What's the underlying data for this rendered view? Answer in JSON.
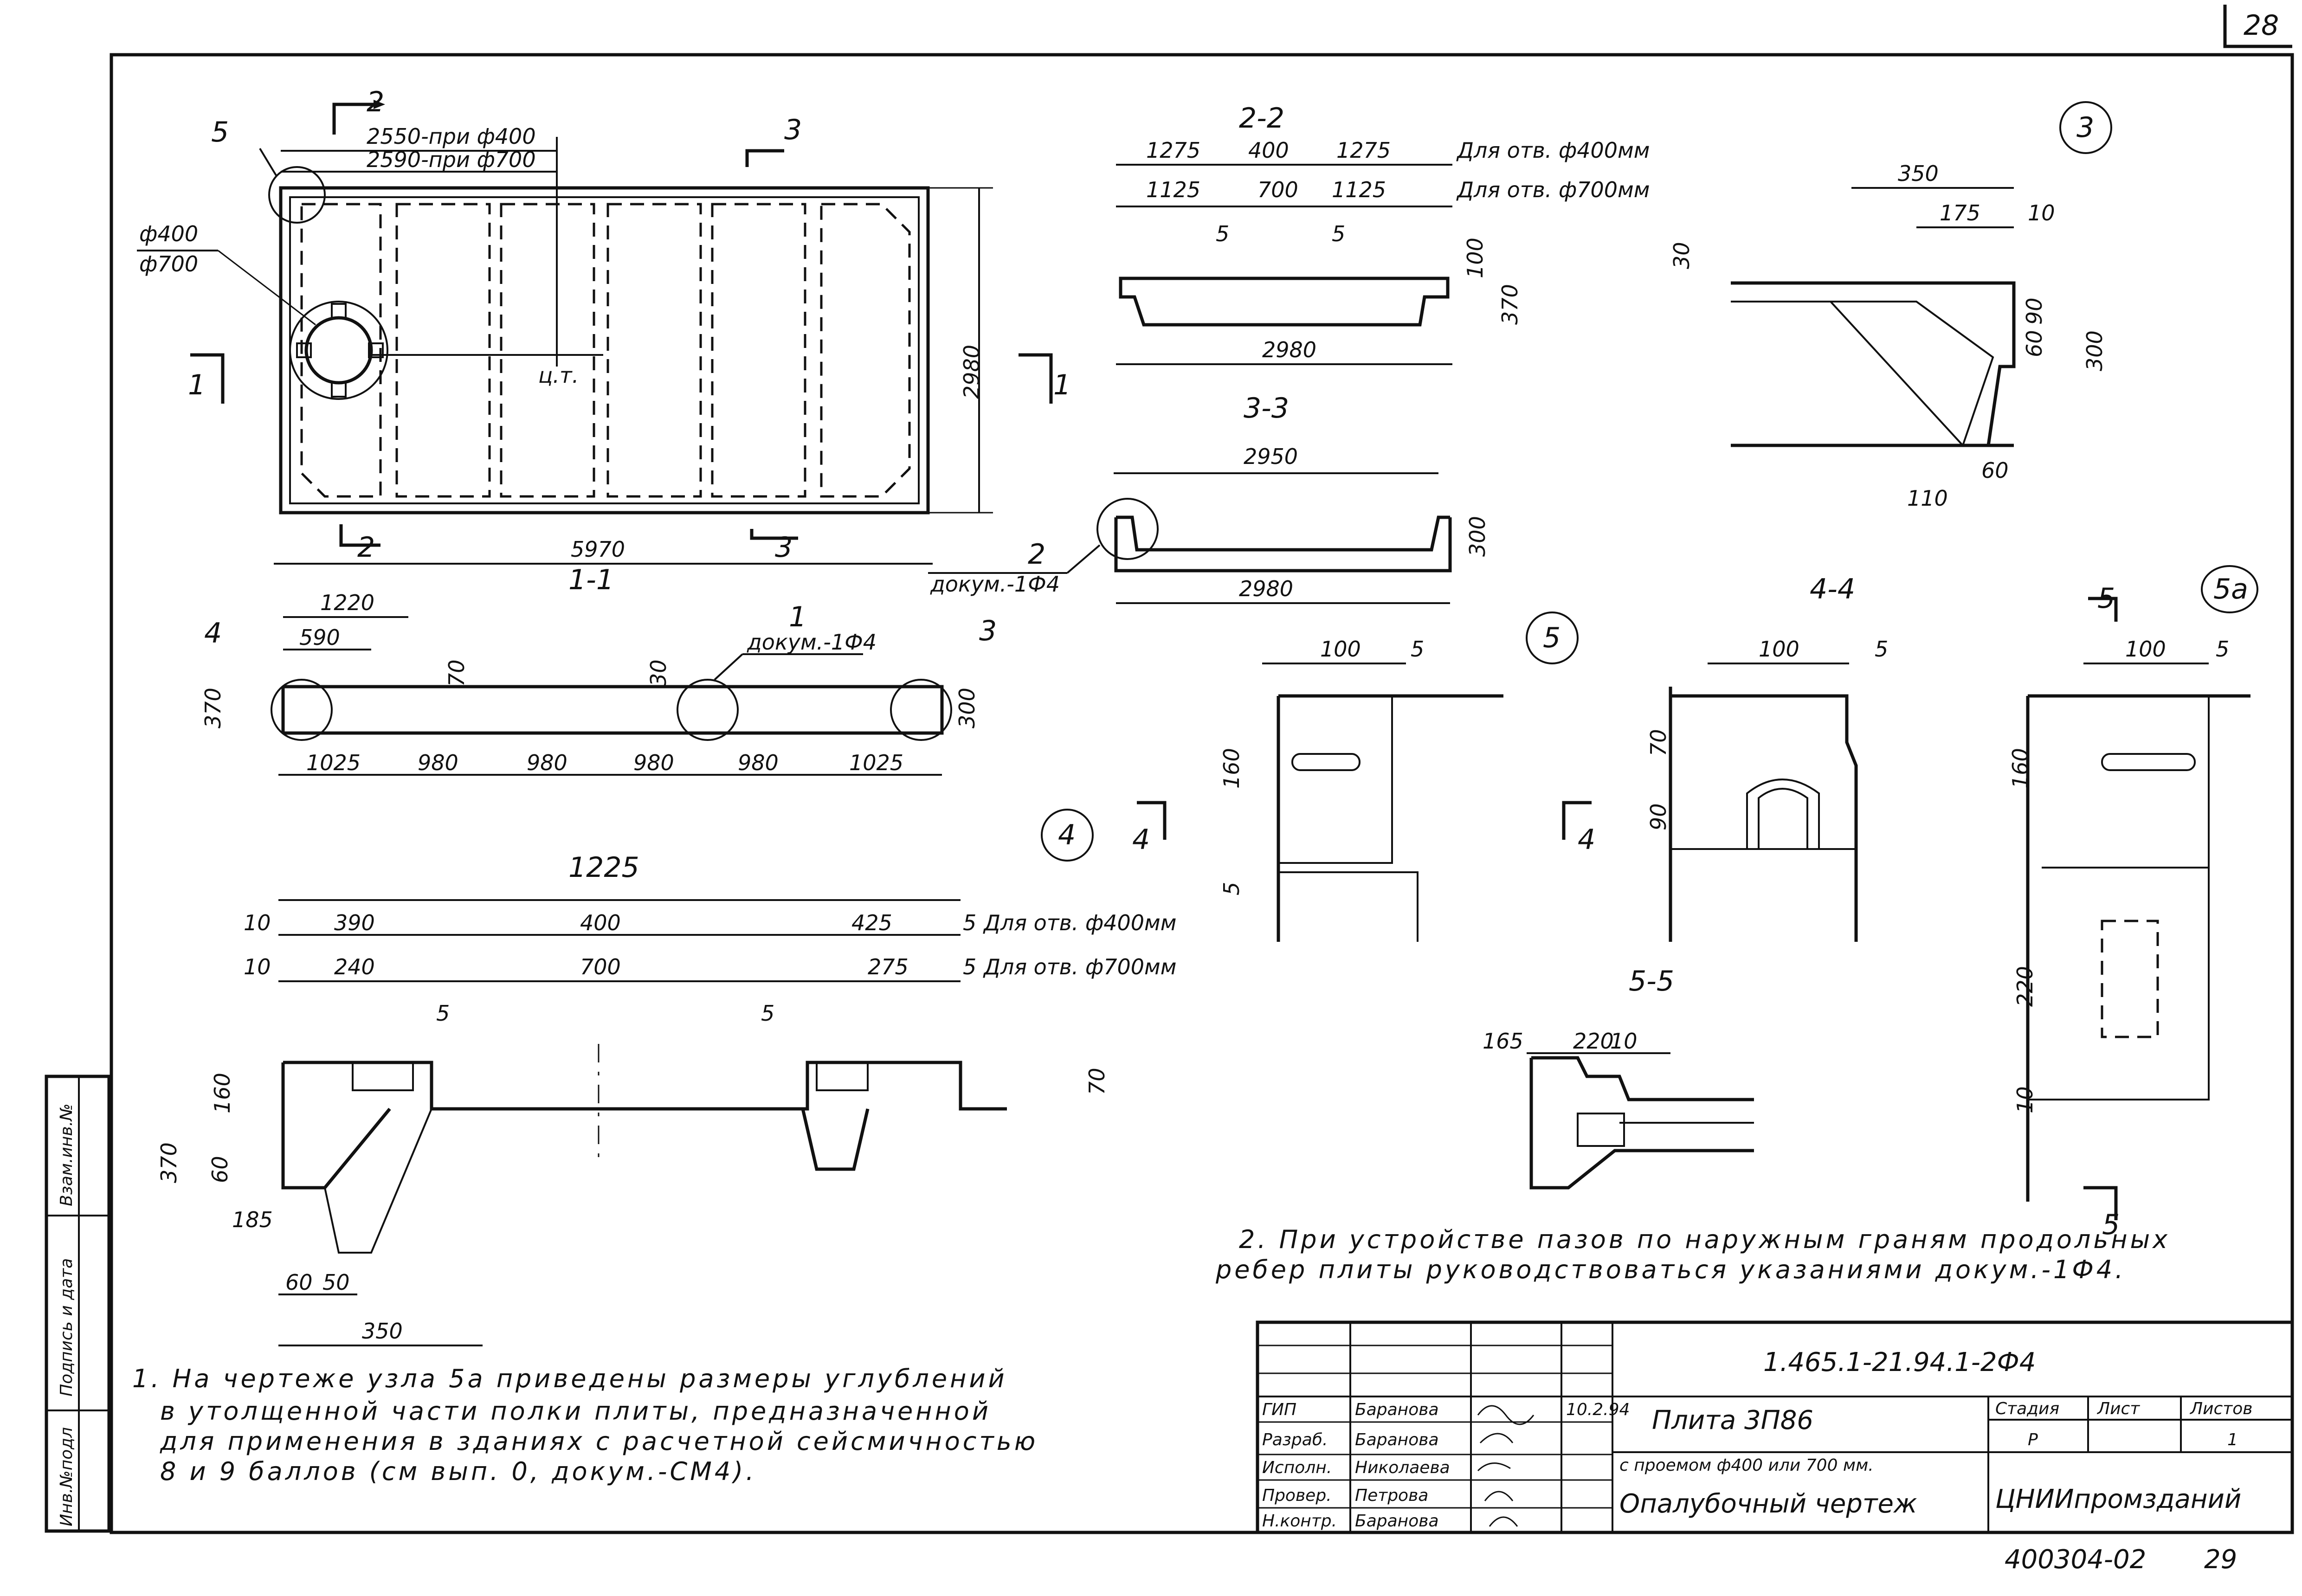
{
  "sheet": {
    "sheet_number_top": "28",
    "archive_number": "400304-02",
    "page_number": "29",
    "side_stamp": [
      "Инв.№подл",
      "Подпись и дата",
      "Взам.инв.№"
    ]
  },
  "plan": {
    "section_2": "2",
    "section_3": "3",
    "node_5": "5",
    "dim_2550": "2550-при ф400",
    "dim_2590": "2590-при ф700",
    "hole_400": "ф400",
    "hole_700": "ф700",
    "cg": "ц.т.",
    "section_1": "1",
    "height_2980": "2980",
    "length_5970": "5970",
    "title": "1-1"
  },
  "sec11": {
    "d1220": "1220",
    "d590": "590",
    "d70": "70",
    "d30": "30",
    "d370": "370",
    "d300": "300",
    "node_4": "4",
    "node_1": "1",
    "node_3": "3",
    "doc_ref": "докум.-1Ф4",
    "spans": [
      "1025",
      "980",
      "980",
      "980",
      "980",
      "1025"
    ]
  },
  "sec22": {
    "title": "2-2",
    "row1": [
      "1275",
      "400",
      "1275"
    ],
    "row1_note": "Для отв. ф400мм",
    "row2": [
      "1125",
      "700",
      "1125"
    ],
    "row2_note": "Для отв. ф700мм",
    "d5a": "5",
    "d5b": "5",
    "d100": "100",
    "d370": "370",
    "width": "2980"
  },
  "sec33": {
    "title": "3-3",
    "top": "2950",
    "bottom": "2980",
    "h": "300",
    "node_2": "2",
    "doc_ref": "докум.-1Ф4"
  },
  "node3": {
    "label": "3",
    "d350": "350",
    "d175": "175",
    "d10": "10",
    "d30": "30",
    "d90": "90",
    "d60": "60",
    "d300": "300",
    "d110": "110",
    "d60b": "60"
  },
  "node4": {
    "label": "4",
    "d1225": "1225",
    "r1": [
      "10",
      "390",
      "400",
      "425",
      "5"
    ],
    "r1_note": "Для отв. ф400мм",
    "r2": [
      "10",
      "240",
      "700",
      "275",
      "5"
    ],
    "r2_note": "Для отв. ф700мм",
    "d5": "5",
    "d6": "5",
    "d160": "160",
    "d370": "370",
    "d60": "60",
    "d185": "185",
    "d70": "70",
    "d60b": "60",
    "d50": "50",
    "d350": "350"
  },
  "node5": {
    "label": "5",
    "d100": "100",
    "d5": "5",
    "d160": "160",
    "d5b": "5",
    "cut": "4"
  },
  "sec44": {
    "title": "4-4",
    "d100": "100",
    "d5": "5",
    "d70": "70",
    "d90": "90"
  },
  "sec55": {
    "title": "5-5",
    "d165": "165",
    "d220": "220",
    "d10": "10"
  },
  "node5a": {
    "label": "5а",
    "cut": "5",
    "d100": "100",
    "d5": "5",
    "d160": "160",
    "d220": "220",
    "d10": "10"
  },
  "notes": {
    "note2_l1": "2. При устройстве пазов по наружным граням продольных",
    "note2_l2": "ребер плиты руководствоваться указаниями докум.-1Ф4.",
    "note1_l1": "1. На чертеже узла 5а приведены размеры углублений",
    "note1_l2": "в утолщенной части полки плиты, предназначенной",
    "note1_l3": "для применения в зданиях с расчетной сейсмичностью",
    "note1_l4": "8 и 9 баллов (см вып. 0, докум.-СМ4)."
  },
  "title_block": {
    "doc_code": "1.465.1-21.94.1-2Ф4",
    "roles": [
      "ГИП",
      "Разраб.",
      "Исполн.",
      "Провер.",
      "Н.контр."
    ],
    "names": [
      "Баранова",
      "Баранова",
      "Николаева",
      "Петрова",
      "Баранова"
    ],
    "date": "10.2.94",
    "product_l1": "Плита 3П86",
    "product_l2": "с проемом ф400 или 700 мм.",
    "drawing_type": "Опалубочный чертеж",
    "stage_h": "Стадия",
    "sheet_h": "Лист",
    "sheets_h": "Листов",
    "stage": "Р",
    "sheets": "1",
    "org": "ЦНИИпромзданий"
  }
}
